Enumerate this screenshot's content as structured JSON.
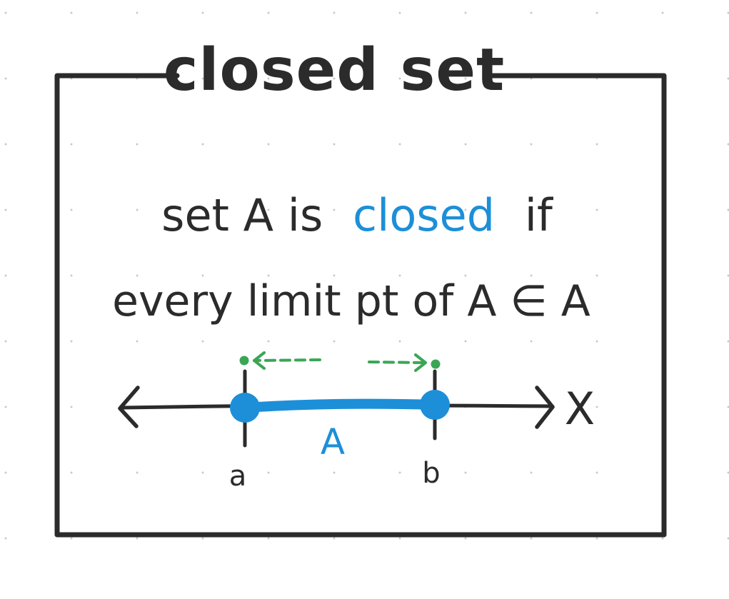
{
  "title": "closed set",
  "statement": {
    "line1_before": "set A is",
    "line1_highlight": "closed",
    "line1_after": "if",
    "line2": "every limit pt of A ∈ A"
  },
  "number_line": {
    "space_label": "X",
    "set_label": "A",
    "left_endpoint": "a",
    "right_endpoint": "b"
  },
  "colors": {
    "ink": "#2b2b2b",
    "accent_blue": "#1d8fd8",
    "limit_green": "#3aa655"
  },
  "icons": {
    "left_arrow": "left-arrowhead-icon",
    "right_arrow": "right-arrowhead-icon"
  }
}
